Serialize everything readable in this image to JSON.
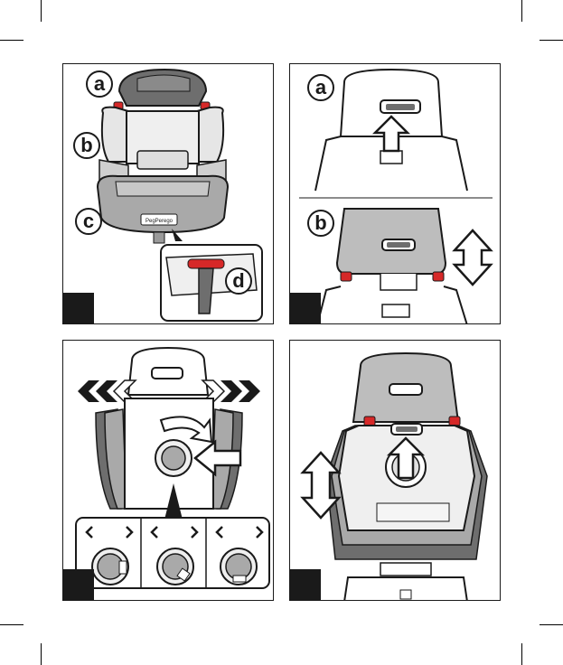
{
  "panels": [
    {
      "id": "panel-1",
      "labels": [
        "a",
        "b",
        "c",
        "d"
      ],
      "brand_text": "PegPerego"
    },
    {
      "id": "panel-2",
      "labels": [
        "a",
        "b"
      ]
    },
    {
      "id": "panel-3",
      "labels": []
    },
    {
      "id": "panel-4",
      "labels": []
    }
  ],
  "colors": {
    "accent_red": "#d62828",
    "dark_grey": "#6e6e6e",
    "mid_grey": "#a9a9a9",
    "light_grey": "#e6e6e6",
    "outline": "#1a1a1a"
  },
  "icons": [
    "up-arrow-icon",
    "double-arrow-vertical-icon",
    "chevron-left-icon",
    "chevron-right-icon",
    "rotate-arrow-icon",
    "left-arrow-icon"
  ]
}
